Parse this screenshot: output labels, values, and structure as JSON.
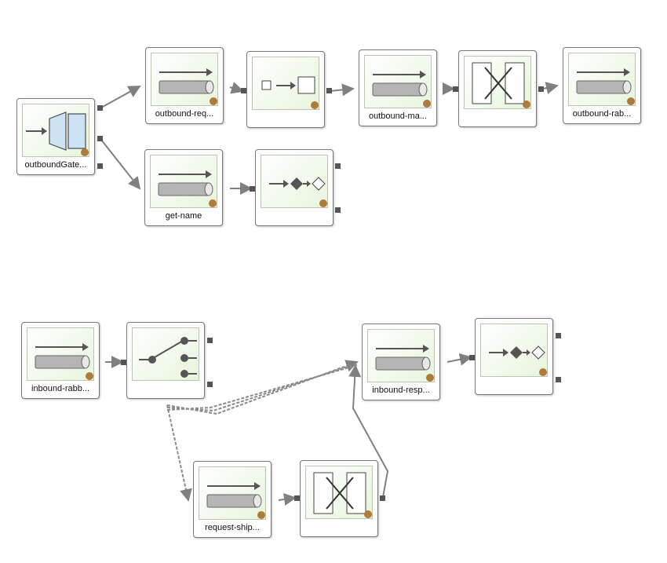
{
  "nodes": {
    "outbound_gateway": {
      "label": "outboundGate...",
      "icon": "gateway-icon"
    },
    "outbound_request_channel": {
      "label": "outbound-req...",
      "icon": "channel-icon"
    },
    "outbound_transformer": {
      "label": "",
      "icon": "transformer-icon"
    },
    "outbound_main_channel": {
      "label": "outbound-ma...",
      "icon": "channel-icon"
    },
    "outbound_splitter_x": {
      "label": "",
      "icon": "service-activator-icon"
    },
    "outbound_rabbit_channel": {
      "label": "outbound-rab...",
      "icon": "channel-icon"
    },
    "get_name_channel": {
      "label": "get-name",
      "icon": "channel-icon"
    },
    "outbound_router": {
      "label": "",
      "icon": "router-icon"
    },
    "inbound_rabbit_channel": {
      "label": "inbound-rabb...",
      "icon": "channel-icon"
    },
    "inbound_switch": {
      "label": "",
      "icon": "recipient-list-router-icon"
    },
    "inbound_response_channel": {
      "label": "inbound-resp...",
      "icon": "channel-icon"
    },
    "inbound_router": {
      "label": "",
      "icon": "router-icon"
    },
    "request_ship_channel": {
      "label": "request-ship...",
      "icon": "channel-icon"
    },
    "request_service_x": {
      "label": "",
      "icon": "service-activator-icon"
    }
  },
  "colors": {
    "icon_bg": "#e6f5dc",
    "border": "#7a7a7a",
    "connector": "#808080",
    "port": "#555555"
  }
}
